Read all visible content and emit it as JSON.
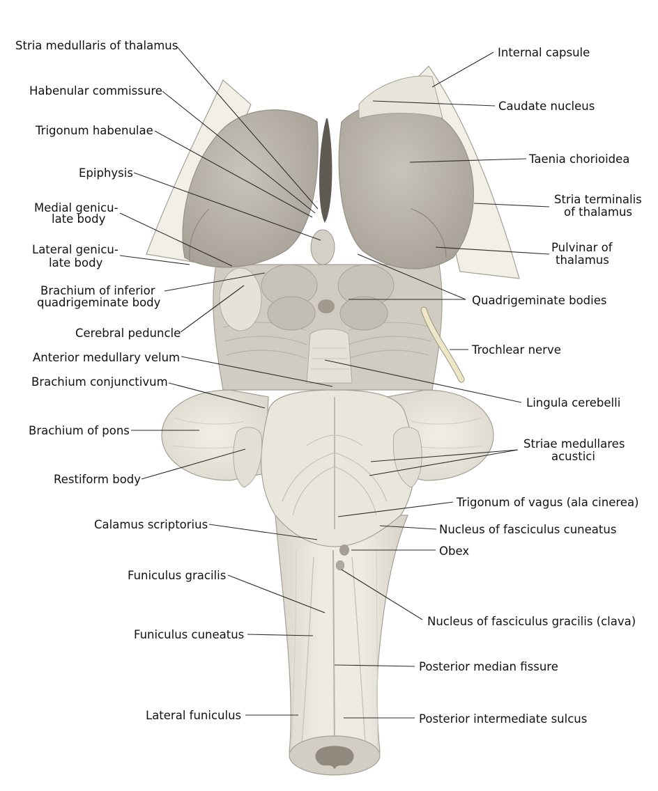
{
  "colors": {
    "tissue_light": "#ece9df",
    "tissue_mid": "#d4cfc4",
    "tissue_dark": "#b3ad a3",
    "shadow": "#9d978c",
    "capsule": "#f1efe6",
    "nerve": "#efe6c8",
    "line": "#2a2a2a",
    "text": "#111111"
  },
  "labels": {
    "stria_medullaris_thalamus": "Stria medullaris of thalamus",
    "habenular_commissure": "Habenular commissure",
    "trigonum_habenulae": "Trigonum habenulae",
    "epiphysis": "Epiphysis",
    "medial_geniculate_1": "Medial genicu-",
    "medial_geniculate_2": "late body",
    "lateral_geniculate_1": "Lateral genicu-",
    "lateral_geniculate_2": "late body",
    "brachium_inferior_1": "Brachium of inferior",
    "brachium_inferior_2": "quadrigeminate body",
    "cerebral_peduncle": "Cerebral peduncle",
    "anterior_medullary_velum": "Anterior medullary velum",
    "brachium_conjunctivum": "Brachium conjunctivum",
    "brachium_pons": "Brachium of pons",
    "restiform_body": "Restiform body",
    "calamus_scriptorius": "Calamus scriptorius",
    "funiculus_gracilis": "Funiculus gracilis",
    "funiculus_cuneatus": "Funiculus cuneatus",
    "lateral_funiculus": "Lateral funiculus",
    "internal_capsule": "Internal capsule",
    "caudate_nucleus": "Caudate nucleus",
    "taenia_chorioidea": "Taenia chorioidea",
    "stria_terminalis_1": "Stria terminalis",
    "stria_terminalis_2": "of thalamus",
    "pulvinar_1": "Pulvinar of",
    "pulvinar_2": "thalamus",
    "quadrigeminate_bodies": "Quadrigeminate bodies",
    "trochlear_nerve": "Trochlear nerve",
    "lingula_cerebelli": "Lingula cerebelli",
    "striae_medullares_1": "Striae medullares",
    "striae_medullares_2": "acustici",
    "trigonum_vagus": "Trigonum of vagus (ala cinerea)",
    "nucleus_cuneatus": "Nucleus of fasciculus cuneatus",
    "obex": "Obex",
    "nucleus_gracilis": "Nucleus of fasciculus gracilis (clava)",
    "posterior_median_fissure": "Posterior median fissure",
    "posterior_intermediate_sulcus": "Posterior intermediate sulcus"
  }
}
